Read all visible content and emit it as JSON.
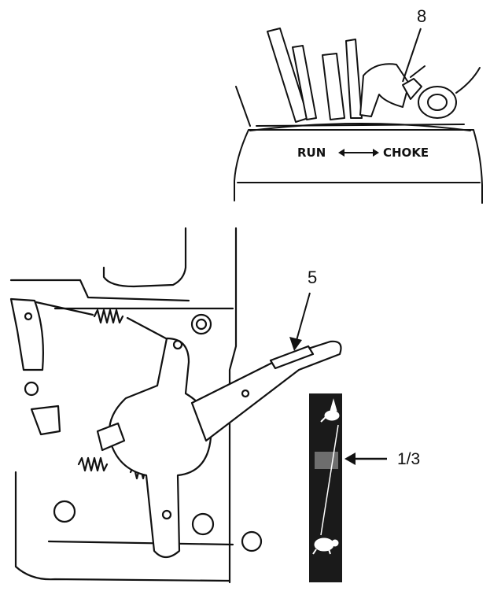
{
  "callouts": {
    "top_part": "8",
    "lever_part": "5",
    "position_marker": "1/3"
  },
  "choke_plate": {
    "left_label": "RUN",
    "right_label": "CHOKE"
  },
  "colors": {
    "ink": "#111111",
    "paper": "#ffffff",
    "strip_dark": "#1a1a1a",
    "marker_gray": "#6e6e6e"
  },
  "icons": {
    "strip_top": "rabbit-icon",
    "strip_bottom": "turtle-icon"
  }
}
